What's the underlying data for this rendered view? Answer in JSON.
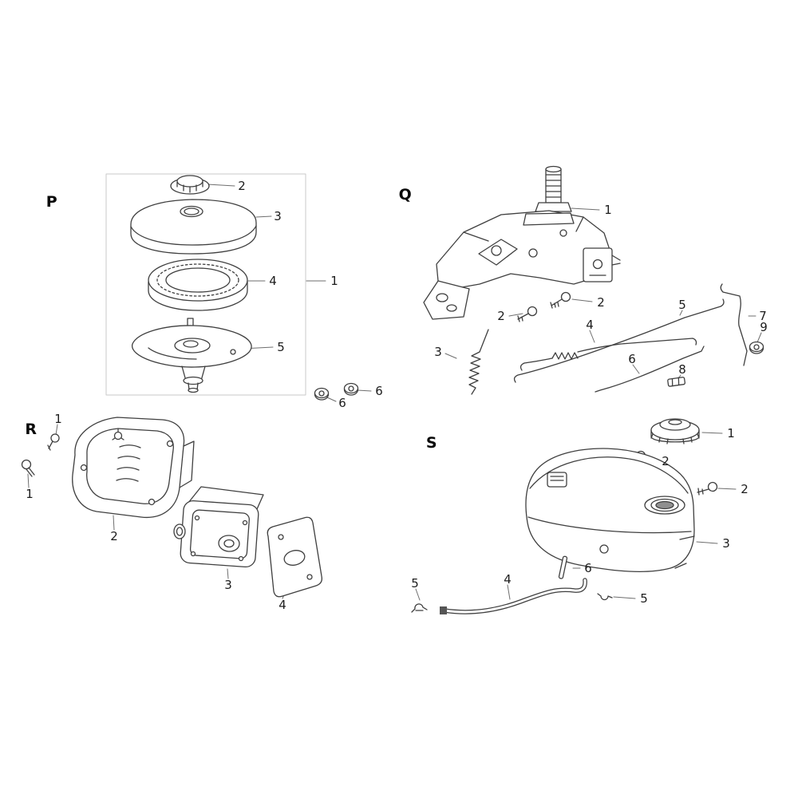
{
  "diagram": {
    "background": "#ffffff",
    "line_color": "#3f3f3f",
    "leader_color": "#6e6e6e",
    "frame_color": "#c9c9c9"
  },
  "sections": {
    "P": {
      "label": "P",
      "callouts": [
        {
          "number": "2"
        },
        {
          "number": "3"
        },
        {
          "number": "4"
        },
        {
          "number": "1"
        },
        {
          "number": "5"
        },
        {
          "number": "6"
        },
        {
          "number": "6"
        }
      ]
    },
    "Q": {
      "label": "Q",
      "callouts": [
        {
          "number": "1"
        },
        {
          "number": "2"
        },
        {
          "number": "2"
        },
        {
          "number": "5"
        },
        {
          "number": "7"
        },
        {
          "number": "9"
        },
        {
          "number": "4"
        },
        {
          "number": "3"
        },
        {
          "number": "6"
        },
        {
          "number": "8"
        }
      ]
    },
    "R": {
      "label": "R",
      "callouts": [
        {
          "number": "1"
        },
        {
          "number": "1"
        },
        {
          "number": "2"
        },
        {
          "number": "3"
        },
        {
          "number": "4"
        }
      ]
    },
    "S": {
      "label": "S",
      "callouts": [
        {
          "number": "1"
        },
        {
          "number": "2"
        },
        {
          "number": "2"
        },
        {
          "number": "3"
        },
        {
          "number": "6"
        },
        {
          "number": "4"
        },
        {
          "number": "5"
        },
        {
          "number": "5"
        }
      ]
    }
  }
}
